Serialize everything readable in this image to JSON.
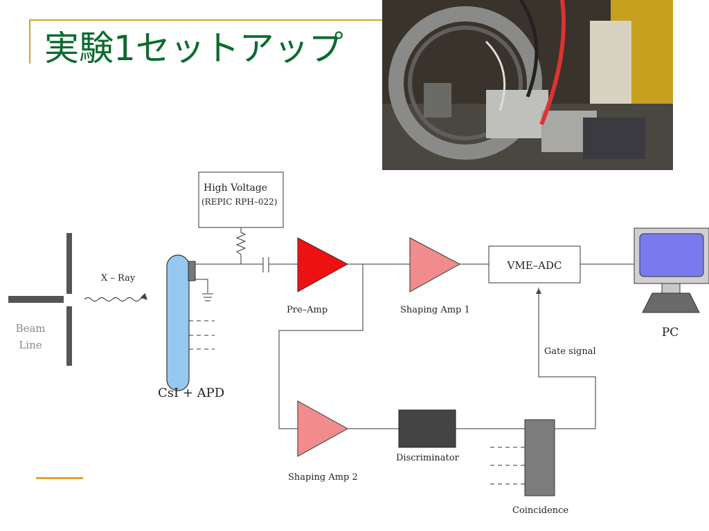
{
  "title": "実験1セットアップ",
  "diagram": {
    "beam_line": [
      "Beam",
      "Line"
    ],
    "xray_label": "X – Ray",
    "detector_label": "CsI + APD",
    "hv_label": "High Voltage",
    "hv_model": "(REPIC  RPH–022)",
    "preamp_label": "Pre–Amp",
    "shaping1_label": "Shaping Amp 1",
    "shaping2_label": "Shaping Amp 2",
    "adc_label": "VME–ADC",
    "pc_label": "PC",
    "gate_label": "Gate signal",
    "discriminator_label": "Discriminator",
    "coincidence_label": "Coincidence",
    "colors": {
      "title": "#0a6b2e",
      "preamp": "#ee1111",
      "shaping": "#f28c8c",
      "detector": "#96c8f0",
      "pc_screen": "#7a7aee",
      "discriminator": "#444444",
      "coincidence": "#7c7c7c",
      "accent": "#d4a21a"
    }
  }
}
